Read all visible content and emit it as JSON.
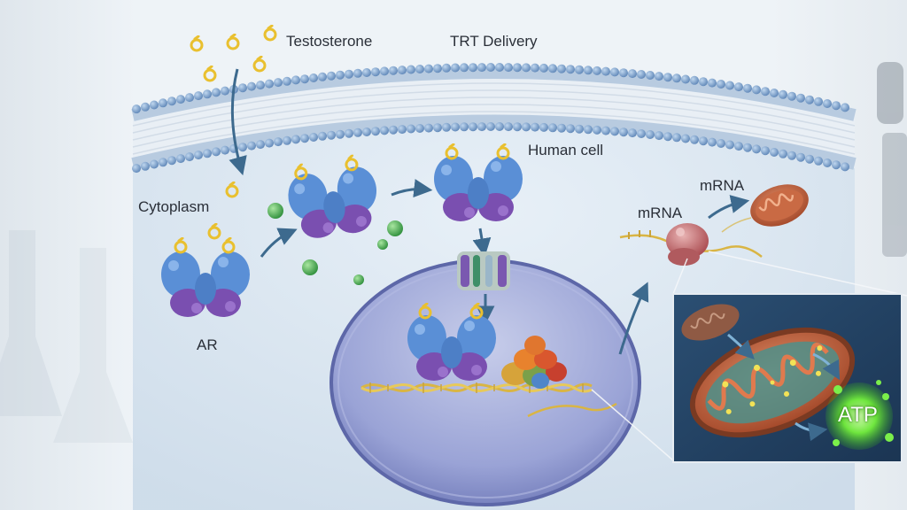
{
  "labels": {
    "testosterone": "Testosterone",
    "trt_delivery": "TRT Delivery",
    "human_cell": "Human cell",
    "cytoplasm": "Cytoplasm",
    "ar": "AR",
    "mrna_1": "mRNA",
    "mrna_2": "mRNA",
    "atp": "ATP"
  },
  "colors": {
    "membrane_head": "#7fa6cf",
    "receptor_blue": "#4d7fc6",
    "receptor_purple": "#7a4fb0",
    "hormone_ring": "#e9c02f",
    "ion_green": "#3fa54b",
    "nucleus": "#8390c9",
    "mitochondria": "#b5502c",
    "atp_glow": "#5fe03a",
    "arrow": "#3d6a8e"
  }
}
